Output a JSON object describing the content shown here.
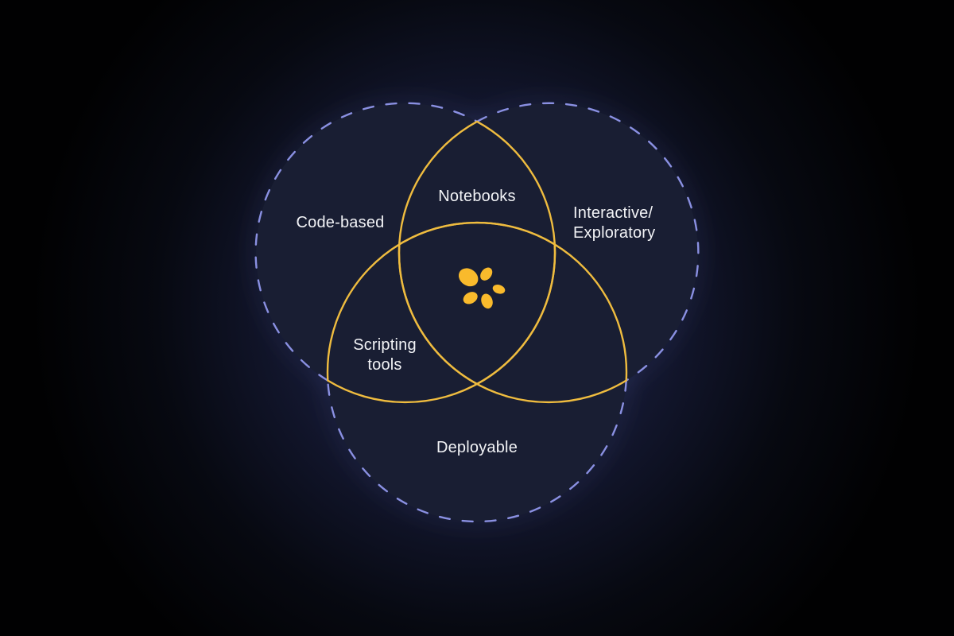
{
  "diagram": {
    "type": "venn-3",
    "sets": [
      {
        "id": "code-based",
        "label": "Code-based"
      },
      {
        "id": "interactive-exploratory",
        "label": "Interactive/\nExploratory"
      },
      {
        "id": "deployable",
        "label": "Deployable"
      }
    ],
    "overlaps": [
      {
        "of": [
          "code-based",
          "interactive-exploratory"
        ],
        "label": "Notebooks"
      },
      {
        "of": [
          "code-based",
          "deployable"
        ],
        "label": "Scripting\ntools"
      },
      {
        "of": [
          "interactive-exploratory",
          "deployable"
        ],
        "label": ""
      }
    ],
    "center_icon": "flower-logo-icon",
    "colors": {
      "set_outline": "#8A90E2",
      "overlap_outline": "#EFBC3F",
      "icon_fill": "#F9BA2C",
      "label_text": "#F2F3F6",
      "region_fill": "#191E33",
      "background": "#000000"
    }
  }
}
